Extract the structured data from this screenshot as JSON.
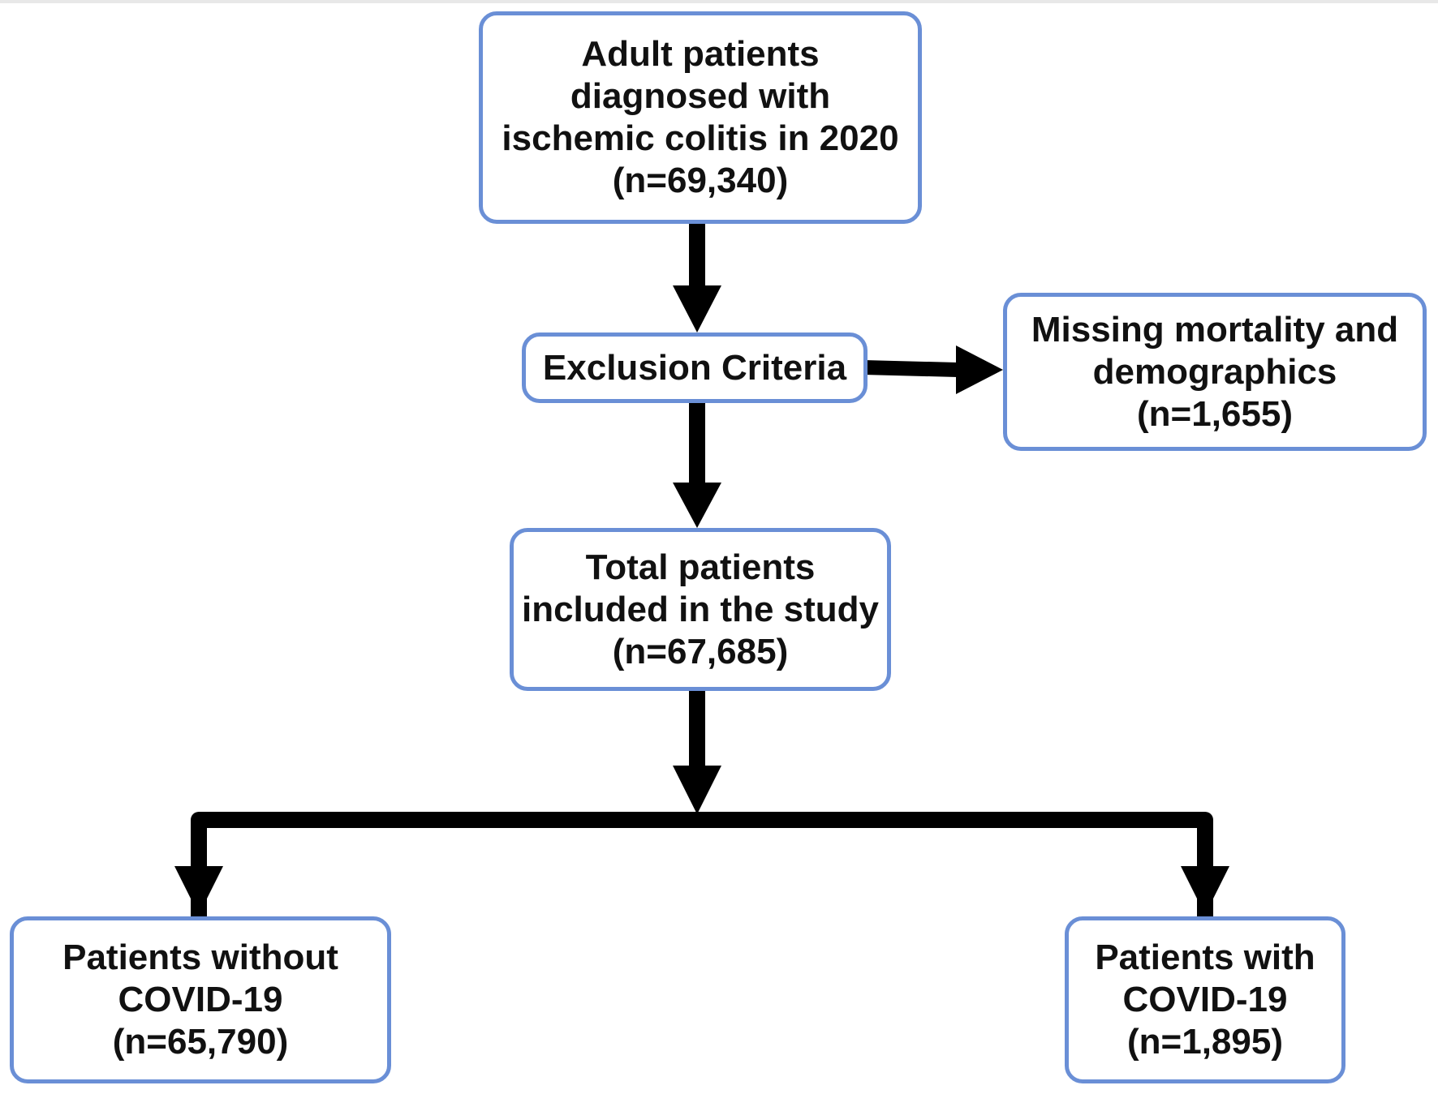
{
  "diagram": {
    "nodes": {
      "initial": {
        "lines": [
          "Adult patients",
          "diagnosed with",
          "ischemic colitis in 2020",
          "(n=69,340)"
        ]
      },
      "exclusion": {
        "lines": [
          "Exclusion Criteria"
        ]
      },
      "excluded": {
        "lines": [
          "Missing mortality and",
          "demographics",
          "(n=1,655)"
        ]
      },
      "total": {
        "lines": [
          "Total patients",
          "included in the study",
          "(n=67,685)"
        ]
      },
      "without_covid": {
        "lines": [
          "Patients without",
          "COVID-19",
          "(n=65,790)"
        ]
      },
      "with_covid": {
        "lines": [
          "Patients with",
          "COVID-19",
          "(n=1,895)"
        ]
      }
    },
    "edges": [
      {
        "from": "initial",
        "to": "exclusion"
      },
      {
        "from": "exclusion",
        "to": "excluded"
      },
      {
        "from": "exclusion",
        "to": "total"
      },
      {
        "from": "total",
        "to": "without_covid"
      },
      {
        "from": "total",
        "to": "with_covid"
      }
    ],
    "colors": {
      "box_border": "#6a8fd6",
      "arrow": "#000000",
      "text": "#111111"
    }
  }
}
